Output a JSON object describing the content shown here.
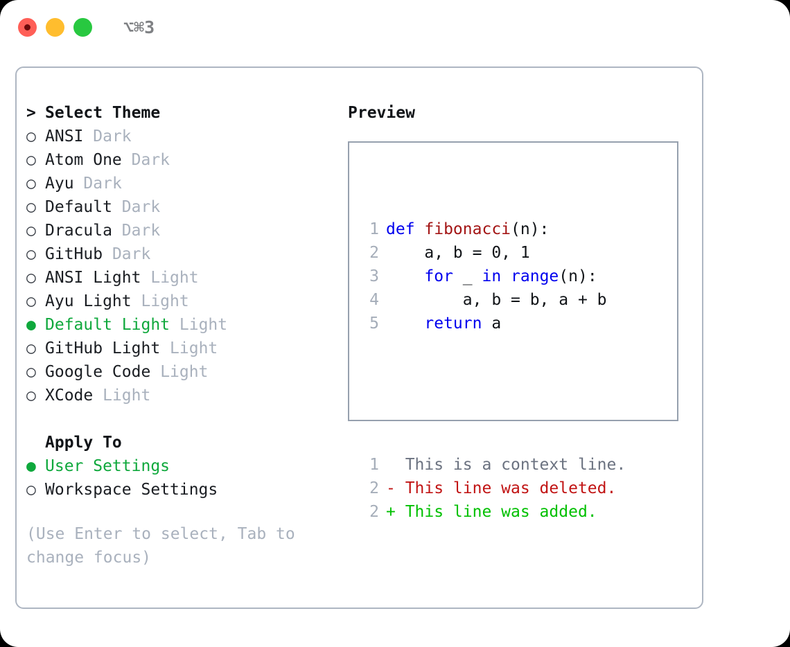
{
  "window": {
    "shortcut": "⌥⌘3",
    "lights": [
      {
        "name": "close",
        "color": "#ff5f57"
      },
      {
        "name": "minimize",
        "color": "#ffbd2e"
      },
      {
        "name": "maximize",
        "color": "#28c840"
      }
    ]
  },
  "theme_picker": {
    "header": {
      "marker": ">",
      "title": "Select Theme"
    },
    "items": [
      {
        "marker": "○",
        "name": "ANSI",
        "mode": "Dark",
        "selected": false
      },
      {
        "marker": "○",
        "name": "Atom One",
        "mode": "Dark",
        "selected": false
      },
      {
        "marker": "○",
        "name": "Ayu",
        "mode": "Dark",
        "selected": false
      },
      {
        "marker": "○",
        "name": "Default",
        "mode": "Dark",
        "selected": false
      },
      {
        "marker": "○",
        "name": "Dracula",
        "mode": "Dark",
        "selected": false
      },
      {
        "marker": "○",
        "name": "GitHub",
        "mode": "Dark",
        "selected": false
      },
      {
        "marker": "○",
        "name": "ANSI Light",
        "mode": "Light",
        "selected": false
      },
      {
        "marker": "○",
        "name": "Ayu Light",
        "mode": "Light",
        "selected": false
      },
      {
        "marker": "●",
        "name": "Default Light",
        "mode": "Light",
        "selected": true
      },
      {
        "marker": "○",
        "name": "GitHub Light",
        "mode": "Light",
        "selected": false
      },
      {
        "marker": "○",
        "name": "Google Code",
        "mode": "Light",
        "selected": false
      },
      {
        "marker": "○",
        "name": "XCode",
        "mode": "Light",
        "selected": false
      }
    ]
  },
  "apply_to": {
    "title": "Apply To",
    "options": [
      {
        "marker": "●",
        "label": "User Settings",
        "selected": true
      },
      {
        "marker": "○",
        "label": "Workspace Settings",
        "selected": false
      }
    ]
  },
  "hint": "(Use Enter to select, Tab to change focus)",
  "preview": {
    "title": "Preview",
    "code_lines": [
      {
        "num": "1",
        "tokens": [
          {
            "text": "def ",
            "kind": "kw"
          },
          {
            "text": "fibonacci",
            "kind": "fn"
          },
          {
            "text": "(n):",
            "kind": "plain"
          }
        ]
      },
      {
        "num": "2",
        "tokens": [
          {
            "text": "    a, b = 0, 1",
            "kind": "plain"
          }
        ]
      },
      {
        "num": "3",
        "tokens": [
          {
            "text": "    ",
            "kind": "plain"
          },
          {
            "text": "for",
            "kind": "kw"
          },
          {
            "text": " _ ",
            "kind": "plain"
          },
          {
            "text": "in",
            "kind": "kw"
          },
          {
            "text": " ",
            "kind": "plain"
          },
          {
            "text": "range",
            "kind": "kw"
          },
          {
            "text": "(n):",
            "kind": "plain"
          }
        ]
      },
      {
        "num": "4",
        "tokens": [
          {
            "text": "        a, b = b, a + b",
            "kind": "plain"
          }
        ]
      },
      {
        "num": "5",
        "tokens": [
          {
            "text": "    ",
            "kind": "plain"
          },
          {
            "text": "return",
            "kind": "kw"
          },
          {
            "text": " a",
            "kind": "plain"
          }
        ]
      }
    ],
    "diff_lines": [
      {
        "num": "1",
        "tokens": [
          {
            "text": "  This is a context line.",
            "kind": "ctx"
          }
        ]
      },
      {
        "num": "2",
        "tokens": [
          {
            "text": "- This line was deleted.",
            "kind": "del"
          }
        ]
      },
      {
        "num": "2",
        "tokens": [
          {
            "text": "+ This line was added.",
            "kind": "add"
          }
        ]
      }
    ]
  },
  "colors": {
    "selected_green": "#0fa83c",
    "muted_gray": "#a9b1bd",
    "keyword_blue": "#0000ee",
    "function_red": "#a31515",
    "diff_deleted": "#c11414",
    "diff_added": "#00c000",
    "panel_border": "#aeb6c2",
    "preview_border": "#96a0ae"
  }
}
